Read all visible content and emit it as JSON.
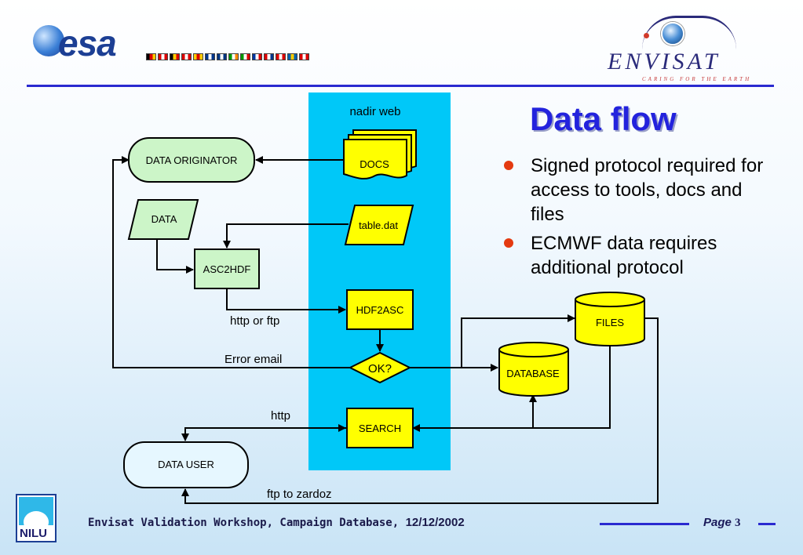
{
  "header": {
    "esa_logo_text": "esa",
    "envisat_logo_text": "ENVISAT",
    "envisat_tagline": "CARING FOR THE EARTH",
    "flag_colors": [
      [
        "#000",
        "#d00",
        "#fc0"
      ],
      [
        "#d00",
        "#fff",
        "#d00"
      ],
      [
        "#000",
        "#fc0",
        "#d00"
      ],
      [
        "#d00",
        "#fff",
        "#d00"
      ],
      [
        "#fc0",
        "#d00",
        "#fc0"
      ],
      [
        "#00358a",
        "#fff",
        "#00358a"
      ],
      [
        "#003580",
        "#fff",
        "#003580"
      ],
      [
        "#090",
        "#fff",
        "#f80"
      ],
      [
        "#090",
        "#fff",
        "#d00"
      ],
      [
        "#0035a0",
        "#fff",
        "#d00"
      ],
      [
        "#d00",
        "#fff",
        "#00358a"
      ],
      [
        "#d00",
        "#fff",
        "#d00"
      ],
      [
        "#0060b0",
        "#fc0",
        "#0060b0"
      ],
      [
        "#d00",
        "#fff",
        "#d00"
      ]
    ]
  },
  "title": "Data flow",
  "bullets": [
    "Signed protocol required for access to tools, docs and files",
    "ECMWF data requires additional protocol"
  ],
  "diagram": {
    "column_label": "nadir web",
    "nodes": {
      "data_originator": "DATA ORIGINATOR",
      "docs": "DOCS",
      "data": "DATA",
      "table_dat": "table.dat",
      "asc2hdf": "ASC2HDF",
      "hdf2asc": "HDF2ASC",
      "ok": "OK?",
      "files": "FILES",
      "database": "DATABASE",
      "search": "SEARCH",
      "data_user": "DATA USER"
    },
    "edge_labels": {
      "http_or_ftp": "http or ftp",
      "error_email": "Error email",
      "http": "http",
      "ftp_to_zardoz": "ftp to zardoz"
    },
    "colors": {
      "web_column": "#00c8f8",
      "green_box": "#ccf5c8",
      "yellow_box": "#ffff00",
      "light_box": "#e6f7ff"
    }
  },
  "footer": {
    "text": "Envisat Validation Workshop, Campaign Database,",
    "date": "12/12/2002",
    "page_label": "Page",
    "page_number": "3",
    "nilu_logo_text": "NILU"
  }
}
